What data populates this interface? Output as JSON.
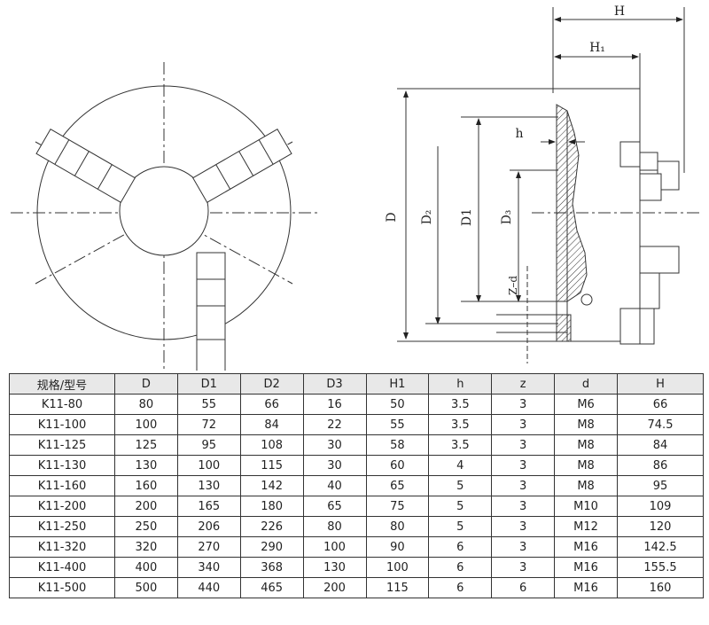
{
  "diagram": {
    "labels": {
      "H": "H",
      "H1": "H₁",
      "h": "h",
      "D": "D",
      "D2": "D₂",
      "D1": "D1",
      "D3": "D₃",
      "Zd": "Z–d"
    }
  },
  "table": {
    "columns": [
      "规格/型号",
      "D",
      "D1",
      "D2",
      "D3",
      "H1",
      "h",
      "z",
      "d",
      "H"
    ],
    "rows": [
      [
        "K11-80",
        "80",
        "55",
        "66",
        "16",
        "50",
        "3.5",
        "3",
        "M6",
        "66"
      ],
      [
        "K11-100",
        "100",
        "72",
        "84",
        "22",
        "55",
        "3.5",
        "3",
        "M8",
        "74.5"
      ],
      [
        "K11-125",
        "125",
        "95",
        "108",
        "30",
        "58",
        "3.5",
        "3",
        "M8",
        "84"
      ],
      [
        "K11-130",
        "130",
        "100",
        "115",
        "30",
        "60",
        "4",
        "3",
        "M8",
        "86"
      ],
      [
        "K11-160",
        "160",
        "130",
        "142",
        "40",
        "65",
        "5",
        "3",
        "M8",
        "95"
      ],
      [
        "K11-200",
        "200",
        "165",
        "180",
        "65",
        "75",
        "5",
        "3",
        "M10",
        "109"
      ],
      [
        "K11-250",
        "250",
        "206",
        "226",
        "80",
        "80",
        "5",
        "3",
        "M12",
        "120"
      ],
      [
        "K11-320",
        "320",
        "270",
        "290",
        "100",
        "90",
        "6",
        "3",
        "M16",
        "142.5"
      ],
      [
        "K11-400",
        "400",
        "340",
        "368",
        "130",
        "100",
        "6",
        "3",
        "M16",
        "155.5"
      ],
      [
        "K11-500",
        "500",
        "440",
        "465",
        "200",
        "115",
        "6",
        "6",
        "M16",
        "160"
      ]
    ]
  }
}
